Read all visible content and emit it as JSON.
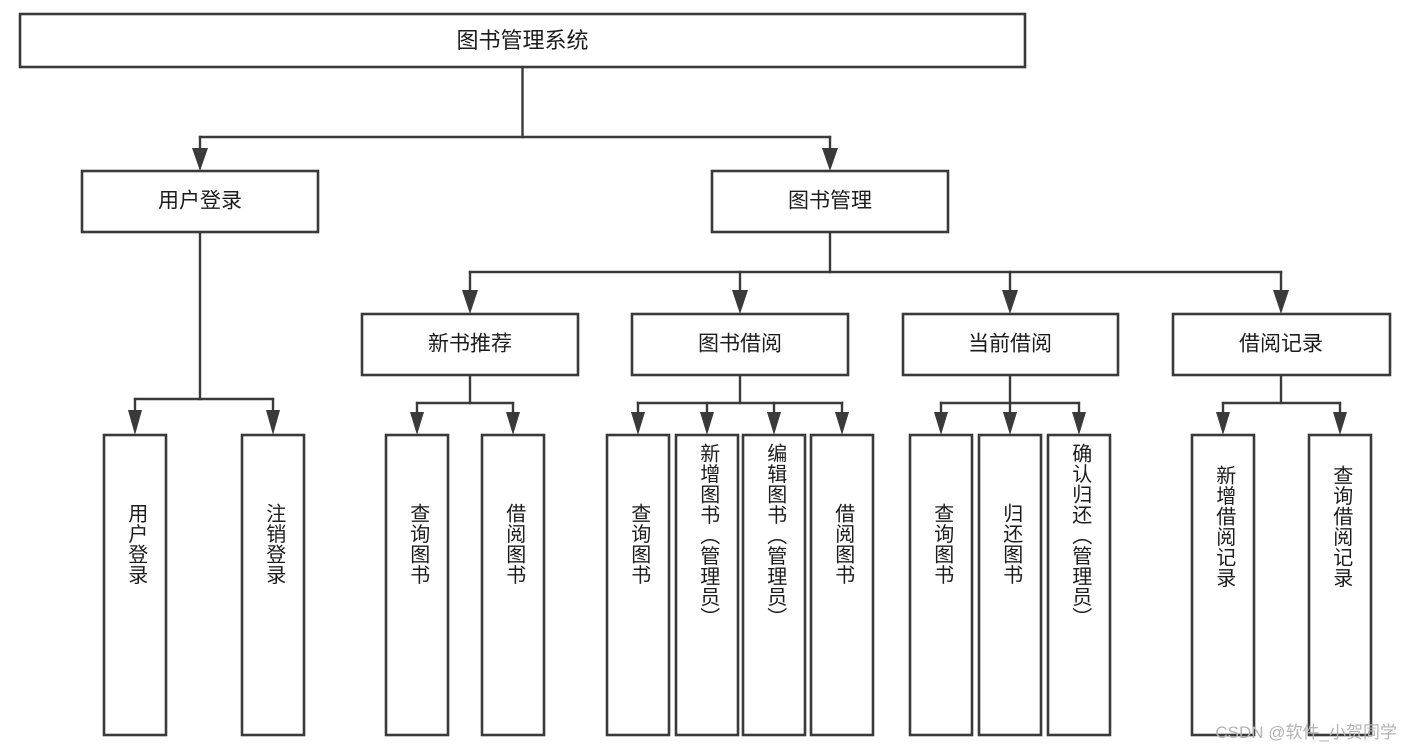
{
  "diagram": {
    "type": "tree",
    "title": "图书管理系统",
    "orientation": "top-down",
    "style": {
      "box_fill": "#ffffff",
      "box_stroke": "#3a3a3a",
      "text_color": "#1c1c1c",
      "background": "#ffffff",
      "watermark_color": "#b4b4b4"
    },
    "levels": {
      "root": {
        "label": "图书管理系统"
      },
      "level2": [
        {
          "label": "用户登录"
        },
        {
          "label": "图书管理"
        }
      ],
      "level3": [
        {
          "label": "新书推荐",
          "parent": "图书管理"
        },
        {
          "label": "图书借阅",
          "parent": "图书管理"
        },
        {
          "label": "当前借阅",
          "parent": "图书管理"
        },
        {
          "label": "借阅记录",
          "parent": "图书管理"
        }
      ],
      "leaves": [
        {
          "label": "用户登录",
          "parent": "用户登录"
        },
        {
          "label": "注销登录",
          "parent": "用户登录"
        },
        {
          "label": "查询图书",
          "parent": "新书推荐"
        },
        {
          "label": "借阅图书",
          "parent": "新书推荐"
        },
        {
          "label": "查询图书",
          "parent": "图书借阅"
        },
        {
          "label": "新增图书（管理员）",
          "parent": "图书借阅"
        },
        {
          "label": "编辑图书（管理员）",
          "parent": "图书借阅"
        },
        {
          "label": "借阅图书",
          "parent": "图书借阅"
        },
        {
          "label": "查询图书",
          "parent": "当前借阅"
        },
        {
          "label": "归还图书",
          "parent": "当前借阅"
        },
        {
          "label": "确认归还（管理员）",
          "parent": "当前借阅"
        },
        {
          "label": "新增借阅记录",
          "parent": "借阅记录"
        },
        {
          "label": "查询借阅记录",
          "parent": "借阅记录"
        }
      ]
    }
  },
  "watermark": {
    "text": "CSDN @软件_小贺同学"
  }
}
